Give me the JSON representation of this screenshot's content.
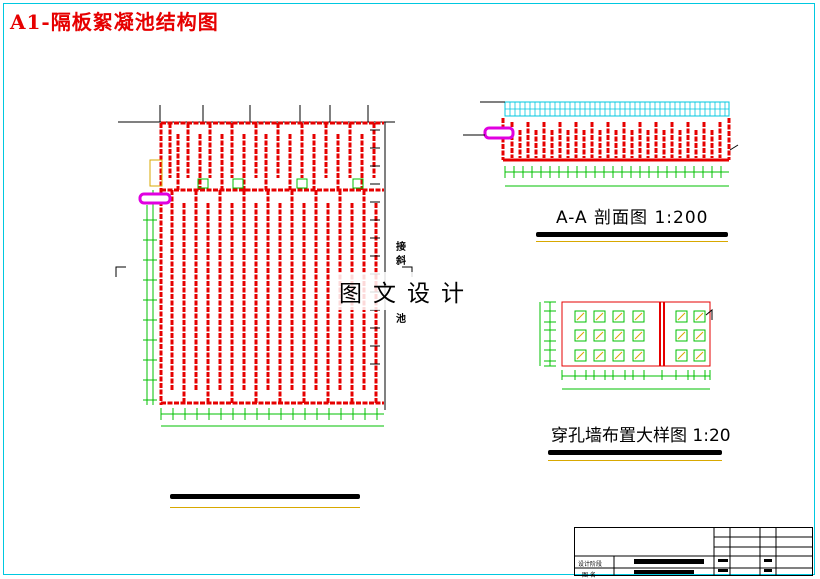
{
  "sheet": {
    "title": "A1-隔板絮凝池结构图",
    "watermark": "图文设计",
    "colors": {
      "walls": "#e60000",
      "dimensions": "#00c000",
      "pipe": "#e000e0",
      "pipe_fill": "#ffffff",
      "grid": "#00c8e0",
      "frame": "#00c8e0",
      "underline": "#d8a800"
    }
  },
  "plan_view": {
    "side_label_chars": [
      "接",
      "斜",
      "池"
    ]
  },
  "section_view": {
    "caption": "A-A 剖面图 1:200"
  },
  "detail_view": {
    "caption": "穿孔墙布置大样图   1:20"
  },
  "title_block": {
    "row1_label": "设计阶段",
    "row2_label": "图 名"
  }
}
